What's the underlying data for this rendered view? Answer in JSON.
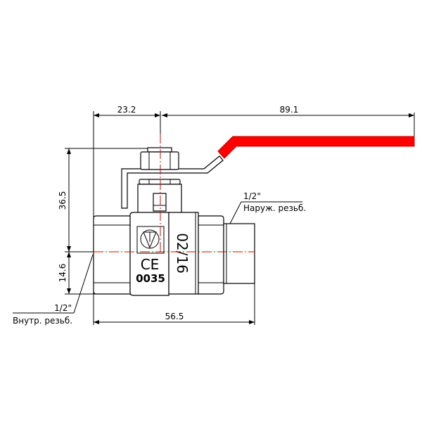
{
  "title": "Ball valve 1/2\" internal x external thread drawing",
  "dimensions": {
    "stem_offset": "23.2",
    "handle_length": "89.1",
    "height_above_axis": "36.5",
    "height_below_axis": "14.6",
    "body_length": "56.5"
  },
  "callouts": {
    "external_size": "1/2\"",
    "external_label": "Наруж. резьб.",
    "internal_size": "1/2\"",
    "internal_label": "Внутр. резьб."
  },
  "markings": {
    "date_code": "02/16",
    "ce_mark": "CE",
    "notified_body": "0035",
    "logo": "TV"
  },
  "colors": {
    "handle": "#ff0000",
    "centerline": "#e00000"
  }
}
